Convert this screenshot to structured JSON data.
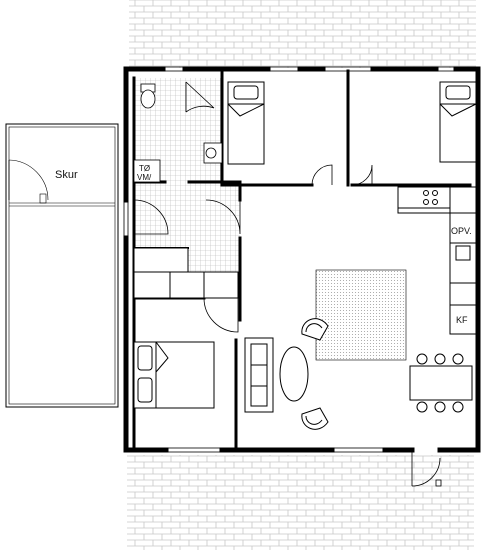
{
  "plan": {
    "labels": {
      "shed": "Skur",
      "laundry_top": "TØ",
      "laundry_bottom": "VM/",
      "utility": "OPV.",
      "fridge": "KF"
    },
    "colors": {
      "wall": "#000000",
      "paving": "#c8c8c8",
      "tile": "#b4b4b4",
      "carpet": "#9a9a9a",
      "shed_fill": "#ffffff"
    }
  }
}
